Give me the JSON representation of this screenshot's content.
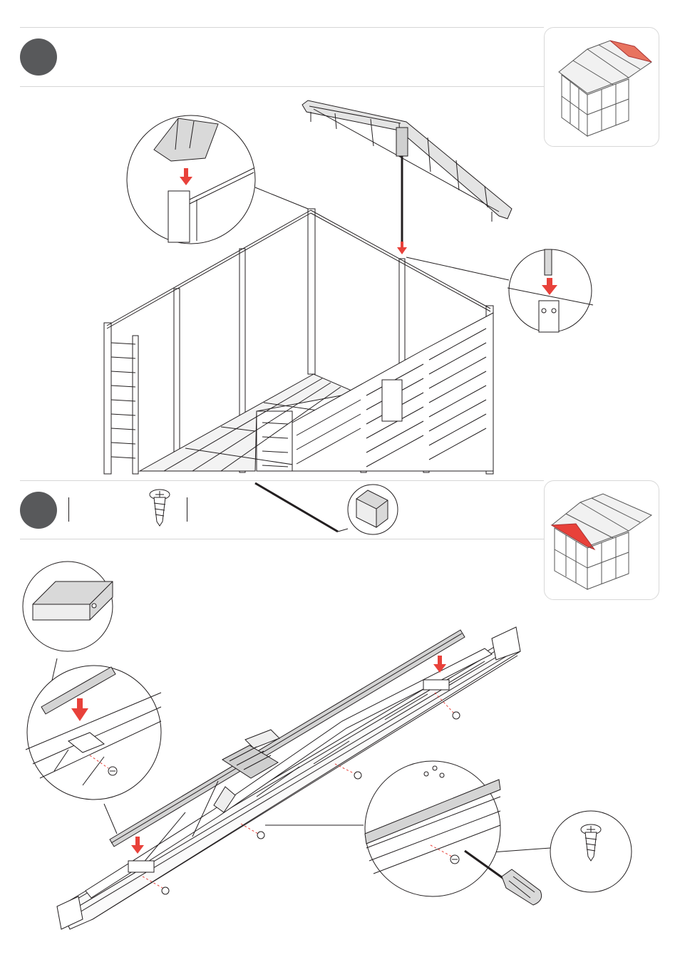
{
  "page": {
    "background": "#ffffff",
    "rule_color": "#d6d6d6",
    "line_color": "#231f20",
    "arrow_color": "#e8413a",
    "highlight_color": "#e8735f",
    "step_dot_color": "#58595b"
  },
  "step1": {
    "number": "",
    "icons": [
      "roof-gable-truss",
      "shed-walls",
      "insert-arrow",
      "post-socket-detail",
      "truss-corner-detail",
      "shed-overview-thumbnail"
    ]
  },
  "step2": {
    "number": "",
    "parts": [
      "screw-icon",
      "metal-rod",
      "square-profile-detail"
    ],
    "icons": [
      "roof-truss-assembly",
      "screw-detail",
      "screwdriver-icon",
      "profile-hole-detail",
      "shed-overview-thumbnail"
    ]
  }
}
